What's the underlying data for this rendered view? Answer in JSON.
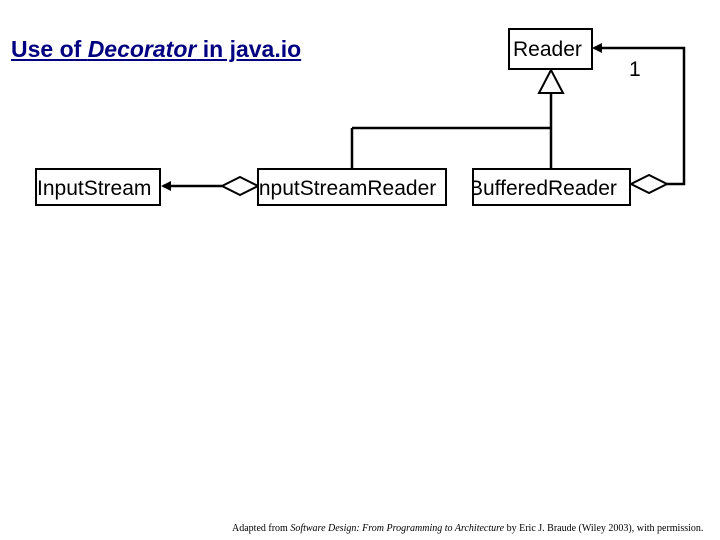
{
  "title": {
    "prefix": "Use of ",
    "emphasis": "Decorator",
    "suffix": " in java.io"
  },
  "classes": {
    "reader": "Reader",
    "input_stream": "InputStream",
    "input_stream_reader": "InputStreamReader",
    "buffered_reader": "BufferedReader"
  },
  "multiplicity": "1",
  "credit": {
    "prefix": "Adapted from ",
    "book": "Software Design: From Programming to Architecture",
    "suffix": " by Eric J. Braude (Wiley 2003), with permission."
  }
}
